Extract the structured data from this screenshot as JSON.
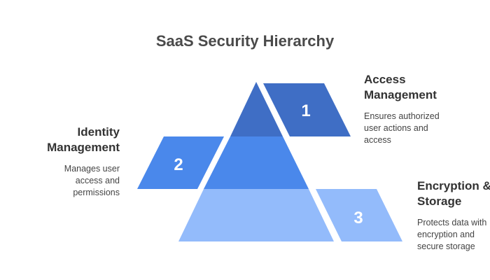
{
  "title": "SaaS Security Hierarchy",
  "levels": [
    {
      "number": "1",
      "heading_lines": [
        "Access",
        "Management"
      ],
      "description_lines": [
        "Ensures authorized",
        "user actions and",
        "access"
      ],
      "color": "#3f6ec5"
    },
    {
      "number": "2",
      "heading_lines": [
        "Identity",
        "Management"
      ],
      "description_lines": [
        "Manages user",
        "access and",
        "permissions"
      ],
      "color": "#4a88eb"
    },
    {
      "number": "3",
      "heading_lines": [
        "Encryption &",
        "Storage"
      ],
      "description_lines": [
        "Protects data with",
        "encryption and",
        "secure storage"
      ],
      "color": "#93bbfb"
    }
  ]
}
